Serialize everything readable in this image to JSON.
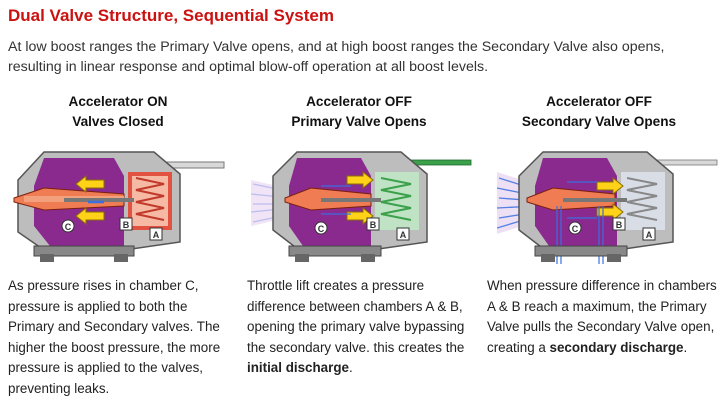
{
  "header": {
    "title": "Dual Valve Structure, Sequential System",
    "intro": "At low boost ranges the Primary Valve opens, and at high boost ranges the Secondary Valve also opens, resulting in linear response and optimal blow-off operation at all boost levels."
  },
  "panels": [
    {
      "heading_line1": "Accelerator ON",
      "heading_line2": "Valves Closed",
      "labels": {
        "chamber_a": "A",
        "chamber_b": "B",
        "chamber_c": "C"
      },
      "desc_text": "As pressure rises in chamber C, pressure is applied to both the Primary and Secondary valves. The higher the boost pressure, the more pressure is applied to the valves, preventing leaks.",
      "desc_bold": "",
      "desc_end": ""
    },
    {
      "heading_line1": "Accelerator OFF",
      "heading_line2": "Primary Valve Opens",
      "labels": {
        "chamber_a": "A",
        "chamber_b": "B",
        "chamber_c": "C"
      },
      "desc_text": "Throttle lift creates a pressure difference between chambers A & B, opening the primary valve bypassing the secondary valve. this creates the ",
      "desc_bold": "initial discharge",
      "desc_end": "."
    },
    {
      "heading_line1": "Accelerator OFF",
      "heading_line2": "Secondary Valve Opens",
      "labels": {
        "chamber_a": "A",
        "chamber_b": "B",
        "chamber_c": "C"
      },
      "desc_text": "When pressure difference in chambers A & B reach a maximum, the Primary Valve pulls the Secondary Valve open, creating a ",
      "desc_bold": "secondary discharge",
      "desc_end": "."
    }
  ],
  "colors": {
    "title": "#cc1111",
    "chamber_c": "#8b2a8e",
    "chamber_a": "#e8412a",
    "body_metal": "#9a9a9a",
    "flow_blue": "#3a6fe0",
    "arrow_yellow": "#ffd21a",
    "pipe_green": "#3aa14a"
  }
}
